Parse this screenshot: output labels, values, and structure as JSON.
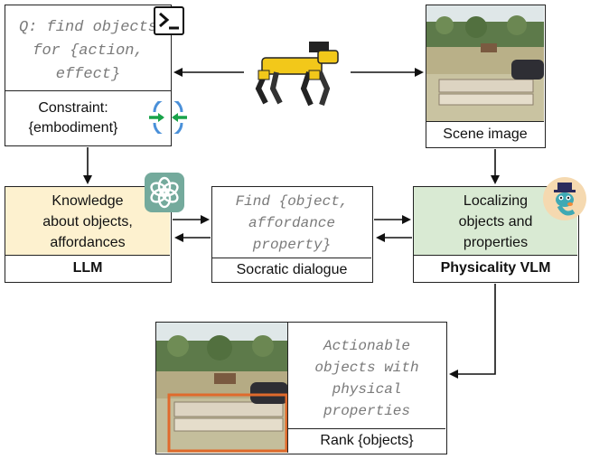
{
  "query_box": {
    "lines": [
      "Q: find objects",
      "for {action,",
      "effect}"
    ]
  },
  "constraint_box": {
    "lines": [
      "Constraint:",
      "{embodiment}"
    ]
  },
  "scene_box": {
    "caption": "Scene image"
  },
  "llm_box": {
    "lines": [
      "Knowledge",
      "about objects,",
      "affordances"
    ],
    "caption": "LLM",
    "fill": "#fdf1cf",
    "icon": "openai-logo-icon"
  },
  "dialogue_box": {
    "lines": [
      "Find {object,",
      "affordance",
      "property}"
    ],
    "caption": "Socratic dialogue"
  },
  "vlm_box": {
    "lines": [
      "Localizing",
      "objects and",
      "properties"
    ],
    "caption": "Physicality VLM",
    "fill": "#d9ead3",
    "icon": "lizard-mascot-icon"
  },
  "output_box": {
    "lines": [
      "Actionable",
      "objects with",
      "physical",
      "properties"
    ],
    "caption": "Rank {objects}",
    "highlight": "#e06a2c"
  },
  "icons": {
    "terminal": "terminal-icon",
    "robot": "robot-dog-icon",
    "embodiment": "sync-arrows-icon"
  }
}
